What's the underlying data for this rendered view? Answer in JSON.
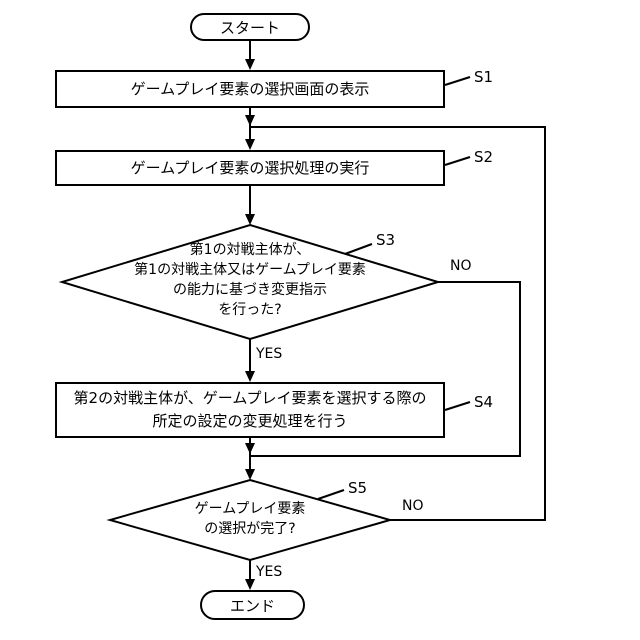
{
  "diagram": {
    "start": "スタート",
    "end": "エンド",
    "yes": "YES",
    "no": "NO",
    "steps": {
      "s1": {
        "label": "S1",
        "text": "ゲームプレイ要素の選択画面の表示"
      },
      "s2": {
        "label": "S2",
        "text": "ゲームプレイ要素の選択処理の実行"
      },
      "s3": {
        "label": "S3",
        "text": "第1の対戦主体が、\n第1の対戦主体又はゲームプレイ要素\nの能力に基づき変更指示\nを行った?"
      },
      "s4": {
        "label": "S4",
        "text": "第2の対戦主体が、ゲームプレイ要素を選択する際の\n所定の設定の変更処理を行う"
      },
      "s5": {
        "label": "S5",
        "text": "ゲームプレイ要素\nの選択が完了?"
      }
    }
  }
}
